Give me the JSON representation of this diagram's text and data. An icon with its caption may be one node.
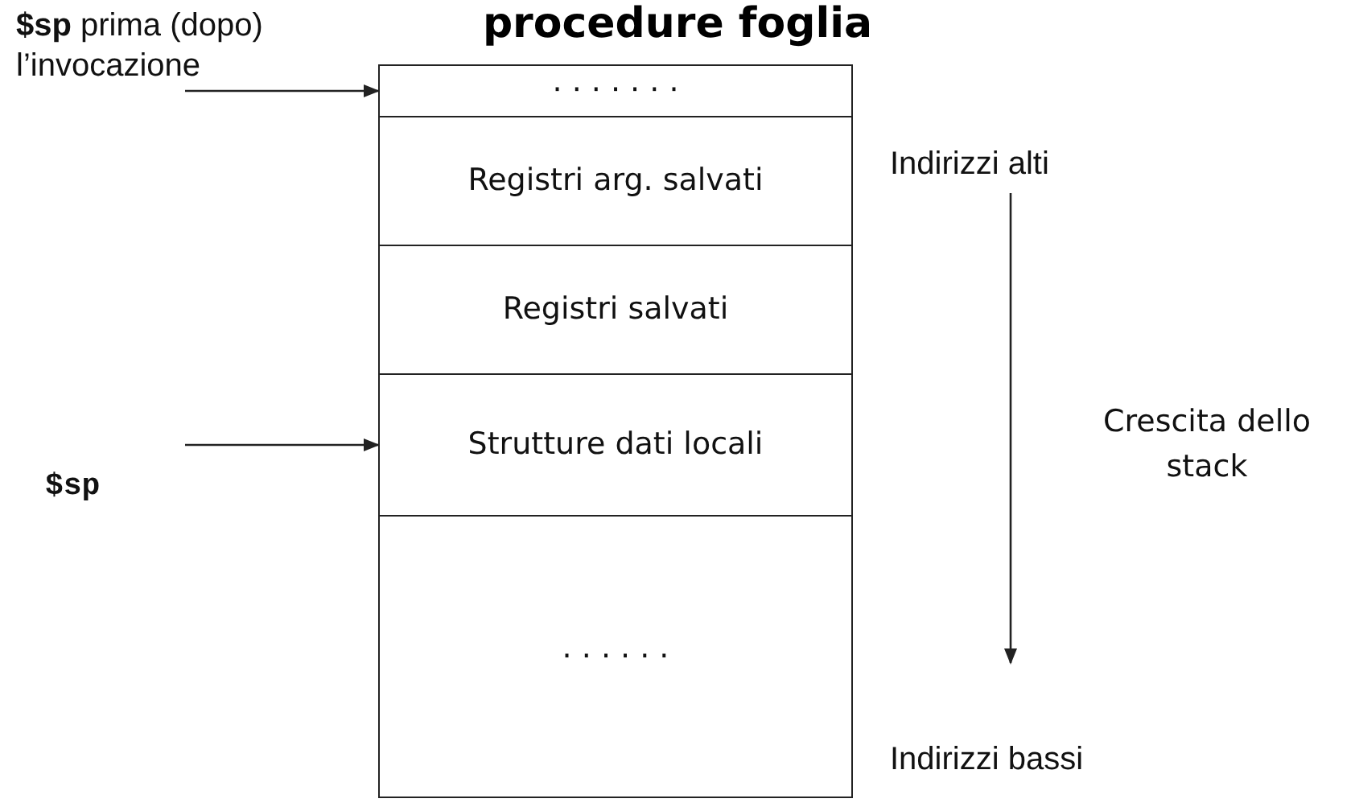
{
  "diagram": {
    "title": "procedure foglia",
    "nodes": [
      {
        "text": [
          "· · · · · · ·"
        ]
      },
      {
        "text": [
          "Registri arg. salvati"
        ]
      },
      {
        "text": [
          "Registri salvati"
        ]
      },
      {
        "text": [
          "Strutture dati locali"
        ]
      },
      {
        "text": [
          "· · · · · ·"
        ]
      },
      {
        "text": [
          "**$sp** prima (dopo) l’invocazione"
        ]
      },
      {
        "text": [
          "$sp"
        ]
      }
    ],
    "edges": [
      {
        "from": 5,
        "to": 0,
        "arrow": "to"
      },
      {
        "from": 6,
        "to": 3,
        "arrow": "to"
      }
    ],
    "labels": [
      "Indirizzi alti",
      "Crescita dello stack",
      "Indirizzi bassi"
    ]
  }
}
